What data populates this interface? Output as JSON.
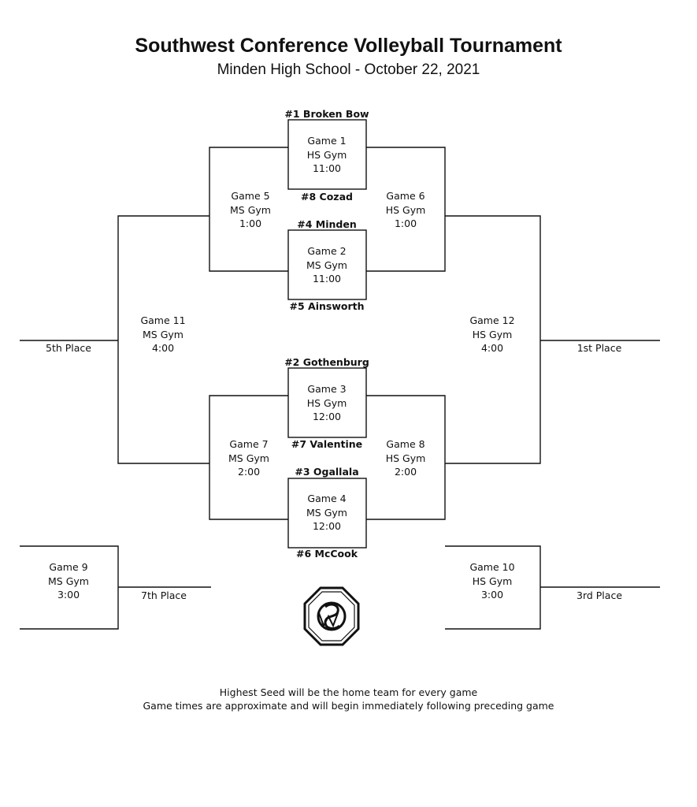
{
  "header": {
    "title": "Southwest Conference Volleyball Tournament",
    "subtitle": "Minden High School - October 22, 2021"
  },
  "games": {
    "g1": {
      "name": "Game 1",
      "gym": "HS Gym",
      "time": "11:00"
    },
    "g2": {
      "name": "Game 2",
      "gym": "MS Gym",
      "time": "11:00"
    },
    "g3": {
      "name": "Game 3",
      "gym": "HS Gym",
      "time": "12:00"
    },
    "g4": {
      "name": "Game 4",
      "gym": "MS Gym",
      "time": "12:00"
    },
    "g5": {
      "name": "Game 5",
      "gym": "MS Gym",
      "time": "1:00"
    },
    "g6": {
      "name": "Game 6",
      "gym": "HS Gym",
      "time": "1:00"
    },
    "g7": {
      "name": "Game 7",
      "gym": "MS Gym",
      "time": "2:00"
    },
    "g8": {
      "name": "Game 8",
      "gym": "HS Gym",
      "time": "2:00"
    },
    "g9": {
      "name": "Game 9",
      "gym": "MS Gym",
      "time": "3:00"
    },
    "g10": {
      "name": "Game 10",
      "gym": "HS Gym",
      "time": "3:00"
    },
    "g11": {
      "name": "Game 11",
      "gym": "MS Gym",
      "time": "4:00"
    },
    "g12": {
      "name": "Game 12",
      "gym": "HS Gym",
      "time": "4:00"
    }
  },
  "teams": {
    "seed1": "#1 Broken Bow",
    "seed8": "#8 Cozad",
    "seed4": "#4 Minden",
    "seed5": "#5 Ainsworth",
    "seed2": "#2 Gothenburg",
    "seed7": "#7 Valentine",
    "seed3": "#3 Ogallala",
    "seed6": "#6 McCook"
  },
  "places": {
    "first": "1st Place",
    "third": "3rd Place",
    "fifth": "5th Place",
    "seventh": "7th Place"
  },
  "footer": {
    "line1": "Highest Seed will be the home team for every game",
    "line2": "Game times are approximate and will begin immediately following preceding game"
  },
  "logo": {
    "icon": "swc-monogram-octagon-icon",
    "letters": "SWC"
  }
}
